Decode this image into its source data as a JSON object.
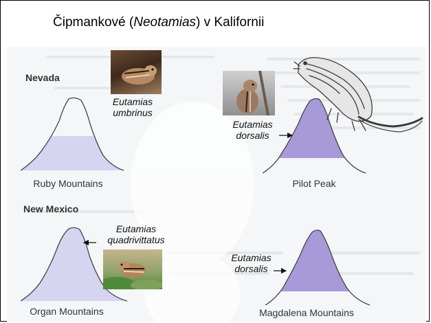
{
  "slide": {
    "title_prefix": "Čipmankové (",
    "title_genus": "Neotamias",
    "title_suffix": ") v Kalifornii"
  },
  "figure": {
    "regions": {
      "nevada": "Nevada",
      "new_mexico": "New Mexico"
    },
    "mountains": {
      "ruby": {
        "name": "Ruby Mountains",
        "species_1": "Eutamias",
        "species_2": "umbrinus",
        "fill": "#d6d4f0"
      },
      "pilot": {
        "name": "Pilot Peak",
        "species_1": "Eutamias",
        "species_2": "dorsalis",
        "fill": "#a89ad8"
      },
      "organ": {
        "name": "Organ Mountains",
        "species_1": "Eutamias",
        "species_2": "quadrivittatus",
        "fill": "#d6d4f0"
      },
      "magdalena": {
        "name": "Magdalena Mountains",
        "species_1": "Eutamias",
        "species_2": "dorsalis",
        "fill": "#a89ad8"
      }
    },
    "colors": {
      "outline": "#444444",
      "background": "#f4f6f8"
    },
    "icons": [
      "chipmunk-photo",
      "chipmunk-drawing"
    ]
  }
}
